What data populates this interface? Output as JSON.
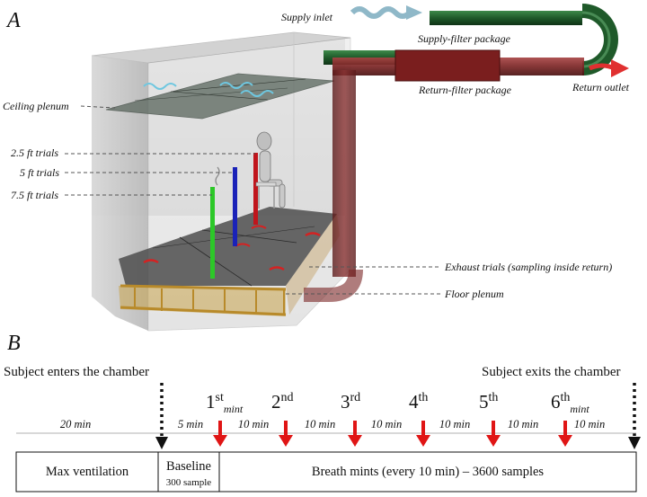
{
  "panel_a": {
    "letter": "A",
    "labels": {
      "supply_inlet": "Supply inlet",
      "supply_filter": "Supply-filter package",
      "return_filter": "Return-filter package",
      "return_outlet": "Return outlet",
      "ceiling_plenum": "Ceiling plenum",
      "trial_25": "2.5 ft trials",
      "trial_5": "5 ft trials",
      "trial_75": "7.5 ft trials",
      "exhaust_trials": "Exhaust trials (sampling inside return)",
      "floor_plenum": "Floor plenum"
    },
    "colors": {
      "trial_25": "#c0151c",
      "trial_5": "#1a22b8",
      "trial_75": "#2cc828",
      "supply_duct": "#1f5a2a",
      "return_duct": "#7a2424"
    }
  },
  "panel_b": {
    "letter": "B",
    "enter_label": "Subject enters the chamber",
    "exit_label": "Subject exits the chamber",
    "durations": [
      "20 min",
      "5 min",
      "10 min",
      "10 min",
      "10 min",
      "10 min",
      "10 min",
      "10 min"
    ],
    "mints": [
      {
        "num": "1",
        "sup": "st",
        "sub": "mint"
      },
      {
        "num": "2",
        "sup": "nd",
        "sub": ""
      },
      {
        "num": "3",
        "sup": "rd",
        "sub": ""
      },
      {
        "num": "4",
        "sup": "th",
        "sub": ""
      },
      {
        "num": "5",
        "sup": "th",
        "sub": ""
      },
      {
        "num": "6",
        "sup": "th",
        "sub": "mint"
      }
    ],
    "boxes": {
      "max_ventilation": "Max ventilation",
      "baseline": "Baseline",
      "baseline_note": "300 sample",
      "breath_mints": "Breath mints (every 10 min) – 3600 samples"
    },
    "colors": {
      "arrow": "#e01515"
    }
  }
}
